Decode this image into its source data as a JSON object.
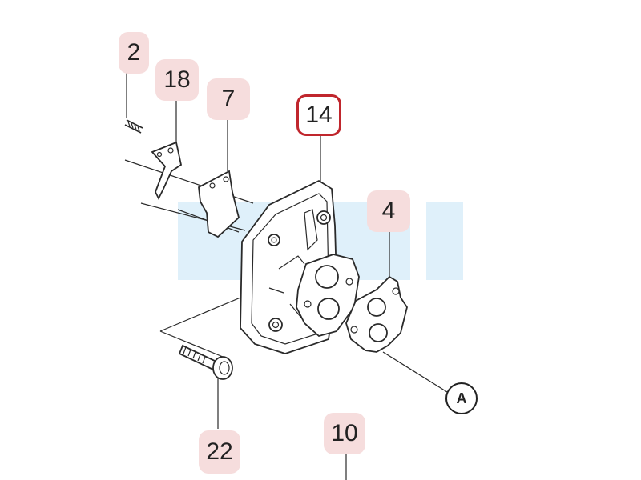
{
  "callouts": {
    "c2": "2",
    "c18": "18",
    "c7": "7",
    "c14": "14",
    "c4": "4",
    "c10": "10",
    "c22": "22"
  },
  "reference": {
    "a": "A"
  },
  "colors": {
    "callout_fill": "#f6dddd",
    "selected_border": "#c0262d",
    "watermark": "#dff0fa"
  }
}
